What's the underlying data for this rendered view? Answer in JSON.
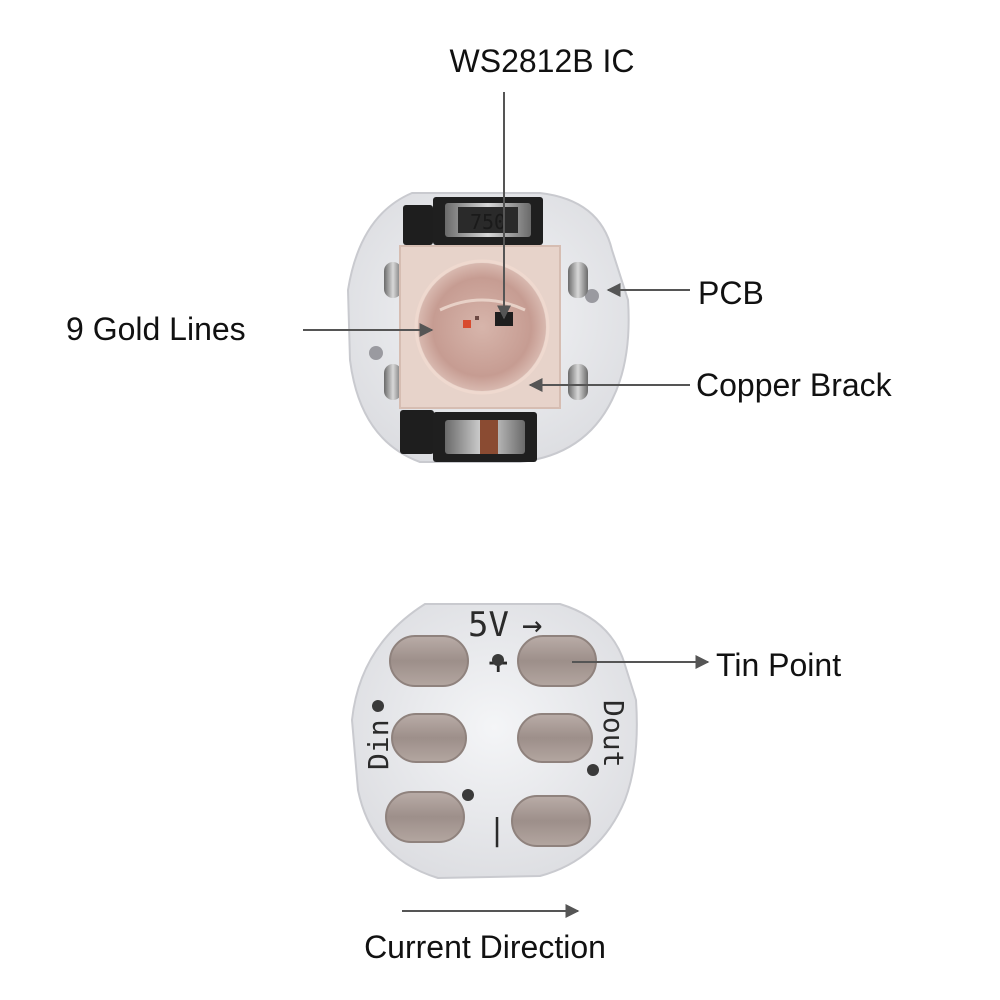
{
  "callouts": {
    "ic": "WS2812B IC",
    "pcb": "PCB",
    "gold_lines": "9 Gold Lines",
    "copper_brack": "Copper Brack",
    "tin_point": "Tin Point",
    "current_direction": "Current Direction"
  },
  "pcb_markings": {
    "resistor_code": "750",
    "voltage": "5V",
    "arrow": "→",
    "plus": "+",
    "minus": "|",
    "din": "Din",
    "dout": "Dout"
  },
  "colors": {
    "pcb": "#ebecee",
    "led_body": "#e4cfc5",
    "pad": "#a69994",
    "arrow": "#555555",
    "text": "#111111"
  }
}
